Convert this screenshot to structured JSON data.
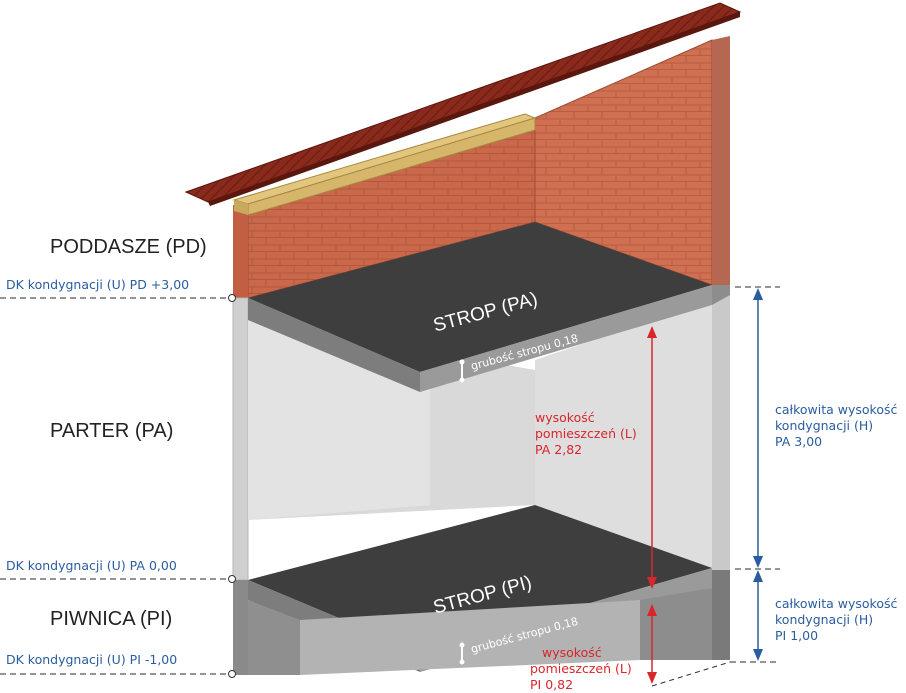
{
  "storeys": {
    "attic": "PODDASZE (PD)",
    "ground": "PARTER (PA)",
    "basement": "PIWNICA (PI)"
  },
  "levels": {
    "pd": "DK kondygnacji (U) PD +3,00",
    "pa": "DK kondygnacji (U) PA 0,00",
    "pi": "DK kondygnacji (U) PI -1,00"
  },
  "slabs": {
    "upper": "STROP (PA)",
    "lower": "STROP (PI)",
    "upper_thickness": "grubość stropu 0,18",
    "lower_thickness": "grubość stropu 0,18"
  },
  "room_height": {
    "pa": [
      "wysokość",
      "pomieszczeń (L)",
      "PA 2,82"
    ],
    "pi": [
      "wysokość",
      "pomieszczeń (L)",
      "PI 0,82"
    ]
  },
  "total_height": {
    "pa": [
      "całkowita wysokość",
      "kondygnacji (H)",
      "PA 3,00"
    ],
    "pi": [
      "całkowita wysokość",
      "kondygnacji (H)",
      "PI 1,00"
    ]
  },
  "colors": {
    "brick": "#c9684a",
    "brick_dark": "#b1553a",
    "roof": "#8a2a1c",
    "beam": "#d6b66a",
    "concrete_light": "#dcdcdc",
    "concrete_dark": "#8d8d8d",
    "slab_top": "#3e3e3e",
    "dim_blue": "#2a5d9f",
    "dim_red": "#d9262c"
  }
}
